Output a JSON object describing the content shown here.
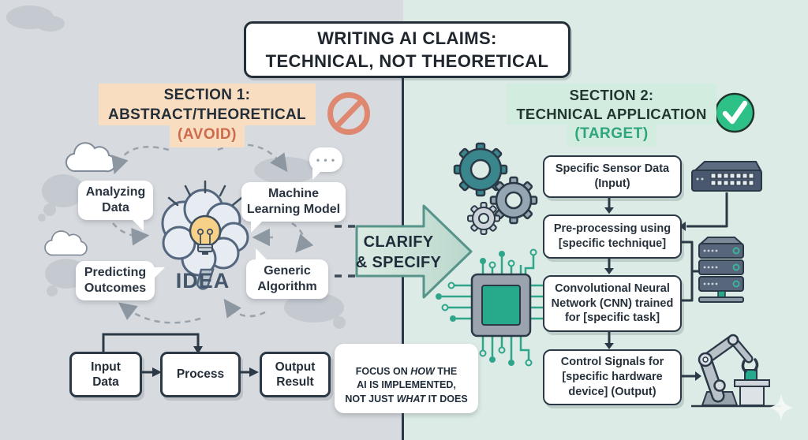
{
  "title": "WRITING AI CLAIMS:\nTECHNICAL, NOT THEORETICAL",
  "section1": {
    "heading": "SECTION 1:\nABSTRACT/THEORETICAL",
    "tag": "(AVOID)",
    "bubbles": {
      "analyzing": "Analyzing\nData",
      "ml_model": "Machine\nLearning Model",
      "predicting": "Predicting\nOutcomes",
      "generic": "Generic\nAlgorithm"
    },
    "idea": "IDEA",
    "thought_dots": "•  •  •",
    "flow": [
      "Input\nData",
      "Process",
      "Output\nResult"
    ]
  },
  "transform": {
    "label": "CLARIFY\n& SPECIFY"
  },
  "note": {
    "p1": "FOCUS ON ",
    "em1": "HOW",
    "p2": " THE\nAI IS IMPLEMENTED,\nNOT JUST ",
    "em2": "WHAT",
    "p3": " IT DOES"
  },
  "section2": {
    "heading": "SECTION 2:\nTECHNICAL APPLICATION",
    "tag": "(TARGET)",
    "flow": [
      "Specific Sensor Data\n(Input)",
      "Pre-processing using\n[specific technique]",
      "Convolutional Neural\nNetwork (CNN) trained\nfor [specific task]",
      "Control Signals for\n[specific hardware\ndevice] (Output)"
    ]
  },
  "icons": {
    "left": [
      "no-entry-icon",
      "brain-lightbulb-icon",
      "thought-cloud-icon"
    ],
    "right": [
      "checkmark-icon",
      "gears-icon",
      "network-switch-icon",
      "server-stack-icon",
      "processor-chip-icon",
      "robot-arm-icon",
      "sparkle-icon"
    ]
  },
  "colors": {
    "left_bg": "#d7dade",
    "right_bg": "#dcebe6",
    "navy": "#2b3947",
    "peach_highlight": "#f9ddc1",
    "avoid_text": "#cd6a4b",
    "mint_highlight": "#d2ecdf",
    "target_text": "#2da57d",
    "check_green": "#2dc187",
    "prohibition_red": "#df8871",
    "teal_accent": "#27a98c"
  }
}
